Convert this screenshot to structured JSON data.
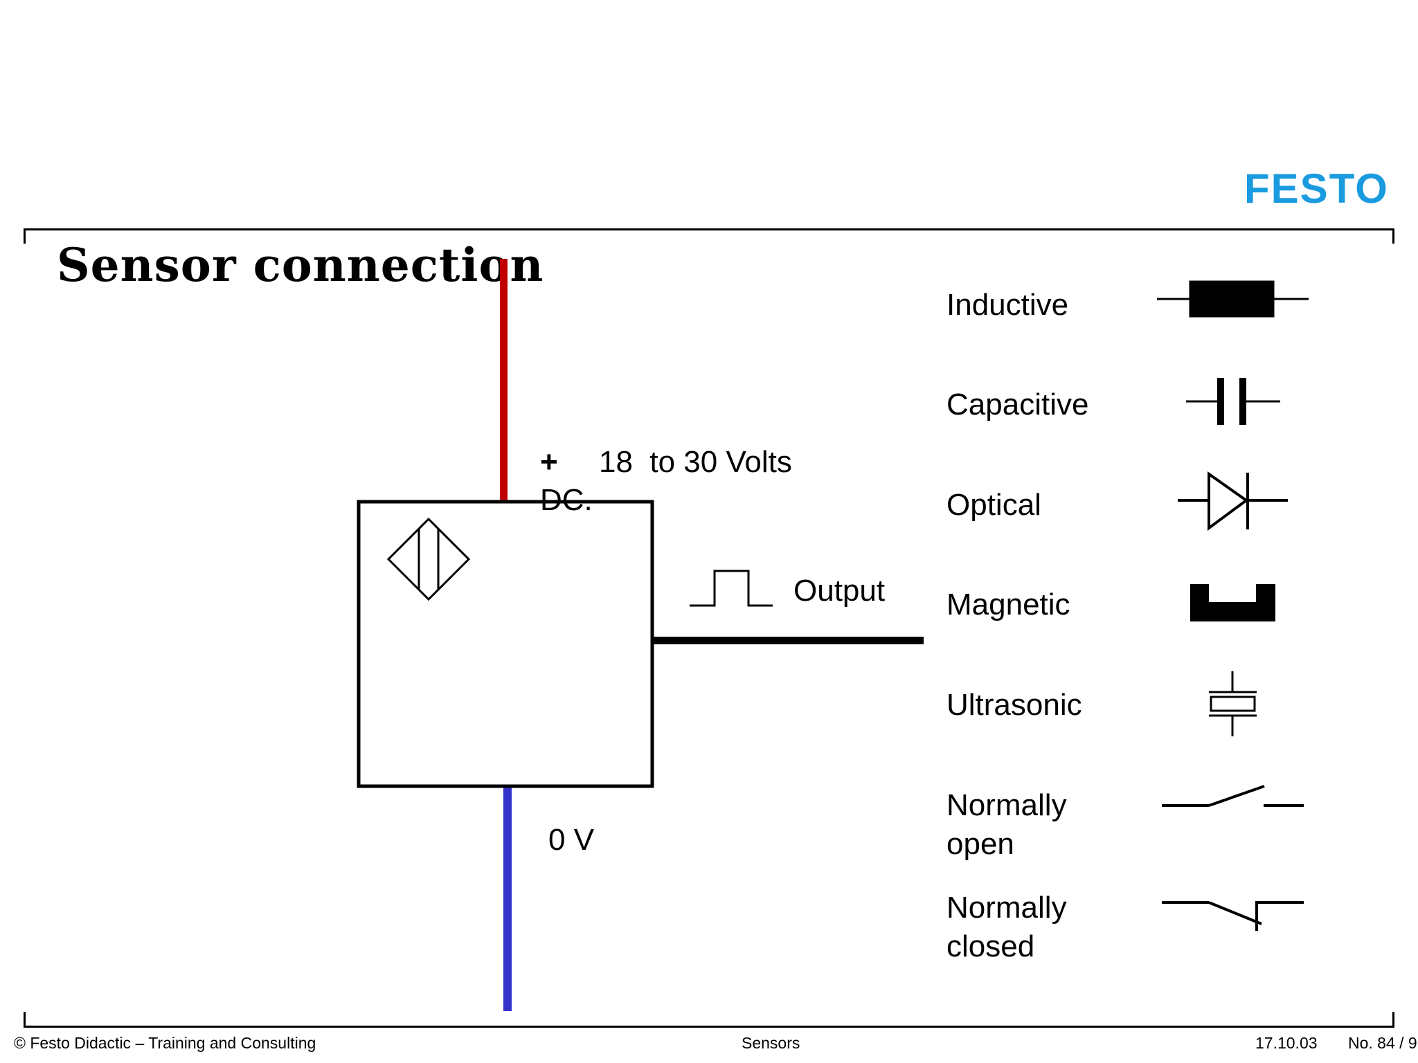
{
  "logo": {
    "text": "FESTO",
    "color": "#1a9be0"
  },
  "title": "Sensor connection",
  "supply": {
    "plus": "+",
    "voltage": "18  to 30 Volts",
    "dc": "DC."
  },
  "ground": "0 V",
  "output": "Output",
  "colors": {
    "positive_wire": "#c00000",
    "ground_wire": "#3333cc",
    "output_wire": "#000000"
  },
  "legend": [
    {
      "label": "Inductive",
      "icon": "inductive-symbol-icon"
    },
    {
      "label": "Capacitive",
      "icon": "capacitive-symbol-icon"
    },
    {
      "label": "Optical",
      "icon": "optical-symbol-icon"
    },
    {
      "label": "Magnetic",
      "icon": "magnetic-symbol-icon"
    },
    {
      "label": "Ultrasonic",
      "icon": "ultrasonic-symbol-icon"
    },
    {
      "label": "Normally open",
      "line1": "Normally",
      "line2": "open",
      "icon": "normally-open-symbol-icon"
    },
    {
      "label": "Normally closed",
      "line1": "Normally",
      "line2": "closed",
      "icon": "normally-closed-symbol-icon"
    }
  ],
  "footer": {
    "copyright": "© Festo Didactic – Training and Consulting",
    "topic": "Sensors",
    "date": "17.10.03",
    "page": "No. 84 / 9"
  }
}
